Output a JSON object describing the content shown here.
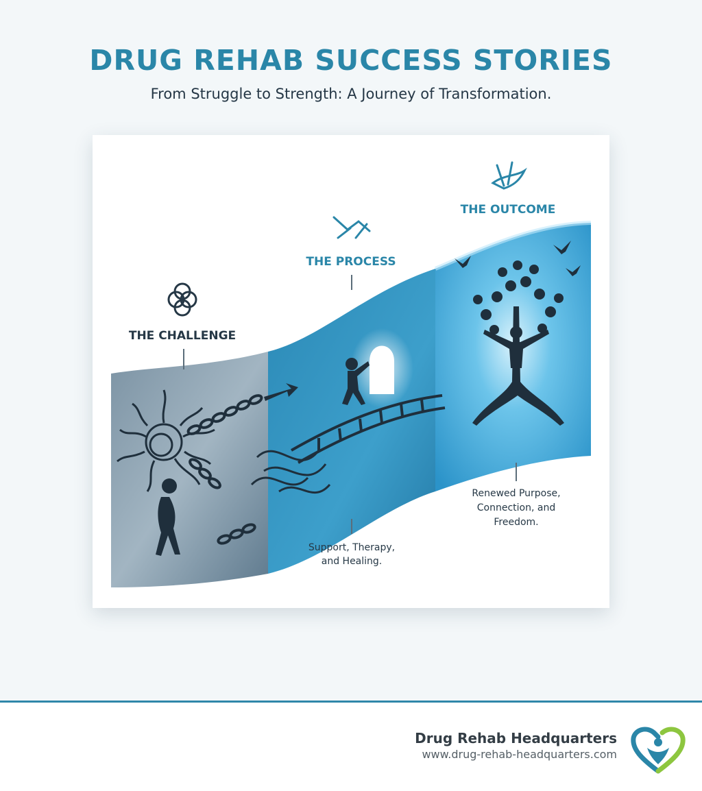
{
  "header": {
    "title": "DRUG REHAB SUCCESS STORIES",
    "subtitle": "From Struggle to Strength: A Journey of Transformation."
  },
  "stages": [
    {
      "label": "THE CHALLENGE",
      "icon": "knot-icon",
      "caption": []
    },
    {
      "label": "THE PROCESS",
      "icon": "handshake-icon",
      "caption": [
        "Support, Therapy,",
        "and Healing."
      ]
    },
    {
      "label": "THE OUTCOME",
      "icon": "dove-icon",
      "caption": [
        "Renewed Purpose,",
        "Connection, and",
        "Freedom."
      ]
    }
  ],
  "footer": {
    "brand": "Drug Rehab Headquarters",
    "url": "www.drug-rehab-headquarters.com"
  },
  "colors": {
    "accent": "#2a86a8",
    "dark_text": "#253746",
    "challenge_gray": "#6e8799",
    "process_blue": "#2c8fbd",
    "outcome_blue": "#3aa6d6",
    "logo_green": "#8dc63f"
  }
}
